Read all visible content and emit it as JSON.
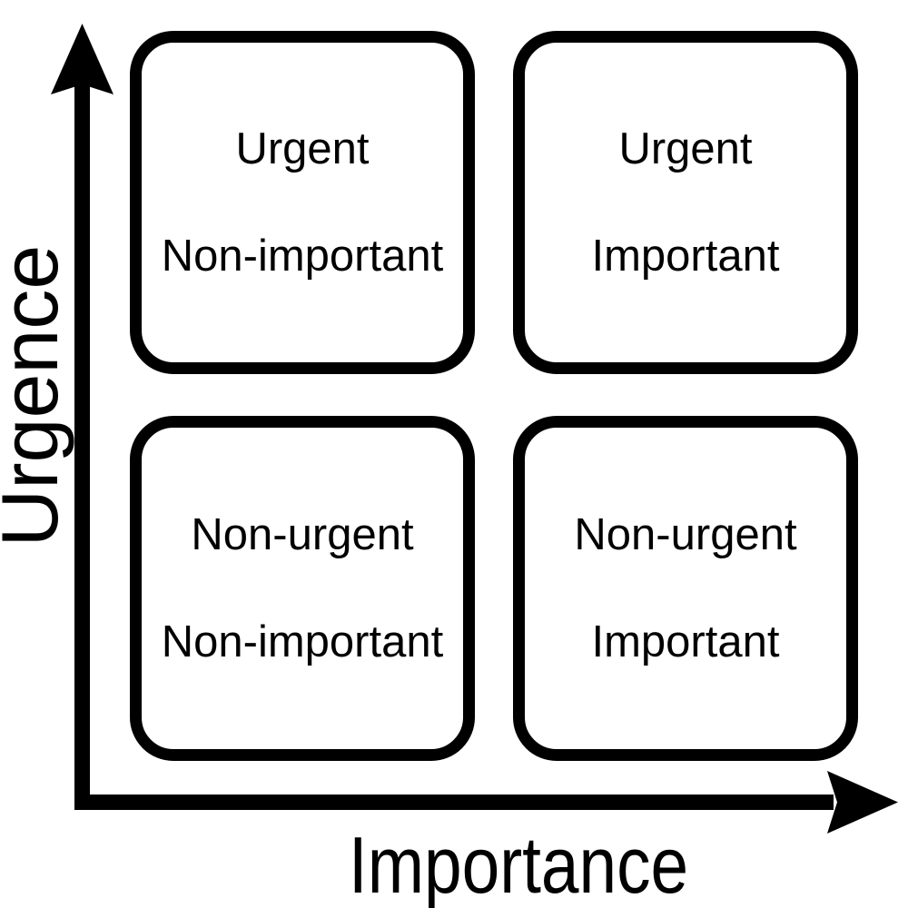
{
  "diagram": {
    "type": "priority-matrix",
    "colors": {
      "foreground": "#000000",
      "background": "#ffffff"
    }
  },
  "axes": {
    "y_label": "Urgence",
    "x_label": "Importance"
  },
  "quadrants": [
    {
      "position": "top-left",
      "line1": "Urgent",
      "line2": "Non-important"
    },
    {
      "position": "top-right",
      "line1": "Urgent",
      "line2": "Important"
    },
    {
      "position": "bottom-left",
      "line1": "Non-urgent",
      "line2": "Non-important"
    },
    {
      "position": "bottom-right",
      "line1": "Non-urgent",
      "line2": "Important"
    }
  ]
}
